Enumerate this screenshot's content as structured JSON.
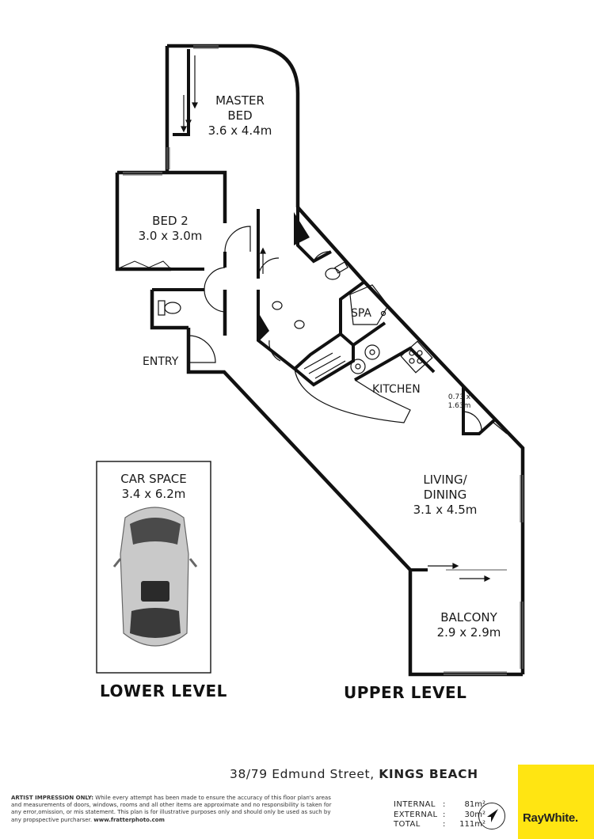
{
  "rooms": {
    "master_bed": {
      "name": "MASTER\nBED",
      "name_line1": "MASTER",
      "name_line2": "BED",
      "size": "3.6 x 4.4m"
    },
    "bed_2": {
      "name": "BED 2",
      "size": "3.0 x 3.0m"
    },
    "entry": {
      "name": "ENTRY"
    },
    "spa": {
      "name": "SPA"
    },
    "kitchen": {
      "name": "KITCHEN"
    },
    "pantry": {
      "size_line1": "0.73 x",
      "size_line2": "1.63m"
    },
    "living_dining": {
      "name_line1": "LIVING/",
      "name_line2": "DINING",
      "size": "3.1 x 4.5m"
    },
    "balcony": {
      "name": "BALCONY",
      "size": "2.9 x 2.9m"
    },
    "car_space": {
      "name": "CAR SPACE",
      "size": "3.4 x 6.2m"
    }
  },
  "levels": {
    "lower": "LOWER LEVEL",
    "upper": "UPPER LEVEL"
  },
  "footer": {
    "address_prefix": "38/79 Edmund Street,",
    "address_suburb": "KINGS BEACH",
    "disclaimer_bold": "ARTIST IMPRESSION ONLY:",
    "disclaimer_text": " While every attempt has been made to ensure the accuracy of this floor plan's areas and measurements of doors, windows, rooms and all other items are approximate and no responsibility is taken for any error,omission, or mis statement. This plan is for illustrative purposes only and should only be used as such by any propspective purcharser. ",
    "disclaimer_url": "www.fratterphoto.com",
    "areas": [
      {
        "label": "INTERNAL",
        "value": "81m²"
      },
      {
        "label": "EXTERNAL",
        "value": "30m²"
      },
      {
        "label": "TOTAL",
        "value": "111m²"
      }
    ],
    "brand": "RayWhite.",
    "brand_color": "#ffe512"
  },
  "colors": {
    "wall": "#111111",
    "window": "#888888",
    "car_body": "#c8c8c8"
  }
}
